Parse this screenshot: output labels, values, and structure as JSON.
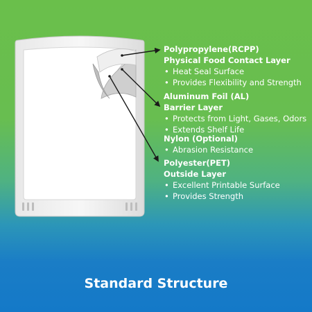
{
  "title": "Standard Structure",
  "colors": {
    "top_green": "#6abf4b",
    "bottom_blue": "#1479c8",
    "text": "#ffffff",
    "arrow": "#1a1a1a"
  },
  "layers": [
    {
      "headings": [
        "Polypropylene(RCPP)",
        "Physical Food Contact Layer"
      ],
      "bullets": [
        "Heat Seal Surface",
        "Provides Flexibility and Strength"
      ]
    },
    {
      "headings": [
        "Aluminum Foil (AL)",
        "Barrier Layer"
      ],
      "bullets": [
        "Protects from Light, Gases, Odors",
        "Extends Shelf Life"
      ]
    },
    {
      "headings": [
        "Nylon (Optional)"
      ],
      "bullets": [
        "Abrasion Resistance"
      ]
    },
    {
      "headings": [
        "Polyester(PET)",
        "Outside Layer"
      ],
      "bullets": [
        "Excellent Printable Surface",
        "Provides Strength"
      ]
    }
  ]
}
